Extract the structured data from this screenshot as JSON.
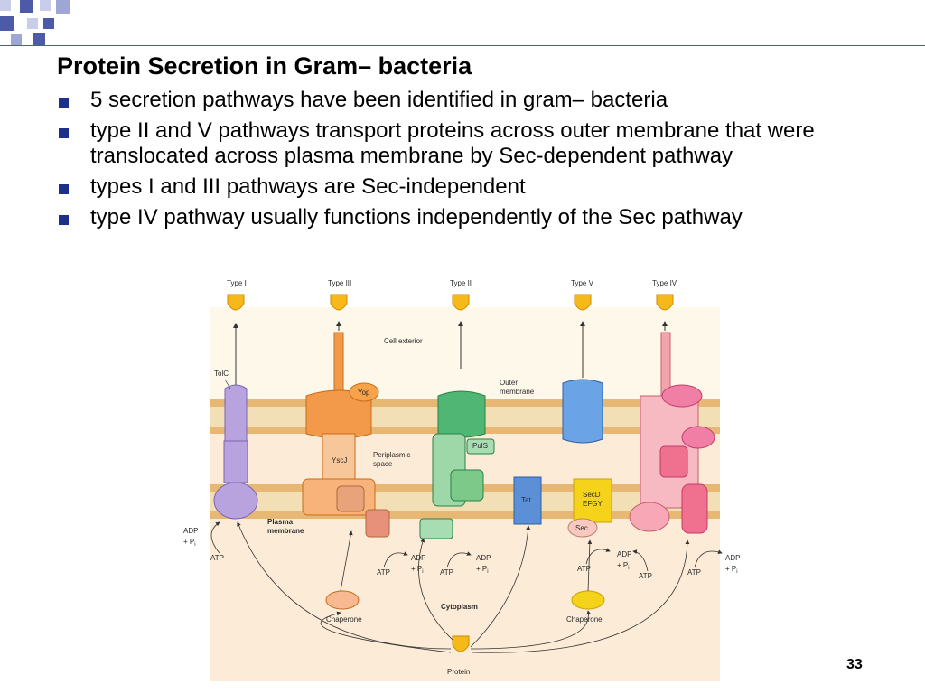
{
  "slide": {
    "title": "Protein Secretion in Gram– bacteria",
    "bullets": [
      "5 secretion pathways have been identified in gram–  bacteria",
      "type II and V pathways transport proteins across outer membrane that were translocated across plasma membrane by Sec-dependent pathway",
      "types I and III pathways are Sec-independent",
      "type IV pathway usually functions independently of the Sec pathway"
    ],
    "page_number": "33"
  },
  "diagram": {
    "type_labels": [
      "Type I",
      "Type III",
      "Type II",
      "Type V",
      "Type IV"
    ],
    "regions": {
      "cell_exterior": "Cell exterior",
      "outer_membrane": [
        "Outer",
        "membrane"
      ],
      "periplasmic_space": [
        "Periplasmic",
        "space"
      ],
      "plasma_membrane": [
        "Plasma",
        "membrane"
      ],
      "cytoplasm": "Cytoplasm"
    },
    "components": {
      "tolc": "TolC",
      "yop": "Yop",
      "yscj": "YscJ",
      "puls": "PulS",
      "tat": "Tat",
      "secd": [
        "SecD",
        "EFGY"
      ],
      "sec": "Sec",
      "chaperone_left": "Chaperone",
      "chaperone_right": "Chaperone",
      "protein": "Protein"
    },
    "energy": {
      "atp": "ATP",
      "adp": "ADP",
      "pi": "+ P",
      "pi_sub": "i"
    }
  }
}
